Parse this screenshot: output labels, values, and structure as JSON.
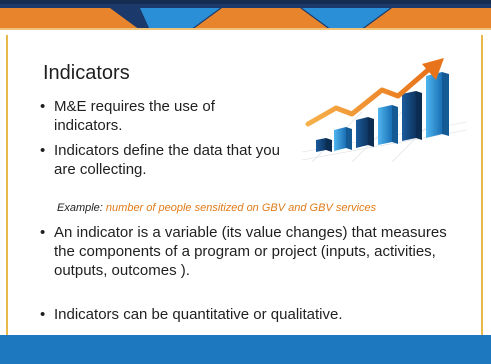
{
  "slide": {
    "title": "Indicators",
    "bullets": [
      "M&E requires the use of indicators.",
      "Indicators define the data that you are collecting.",
      "An indicator is a variable (its value changes) that measures the components of a program or project (inputs, activities, outputs, outcomes ).",
      "Indicators can be quantitative or qualitative."
    ],
    "example": {
      "label": "Example:",
      "text": "number of people sensitized on GBV and GBV services"
    }
  },
  "colors": {
    "band_dark": "#1b3a6b",
    "band_orange": "#e8842c",
    "band_blue": "#2a8fd6",
    "frame_gold": "#e9b84a",
    "bottom_bar": "#1e78bf",
    "example_highlight": "#e07b1a"
  },
  "illustration": {
    "icon": "bar-chart-growth-arrow-icon"
  }
}
